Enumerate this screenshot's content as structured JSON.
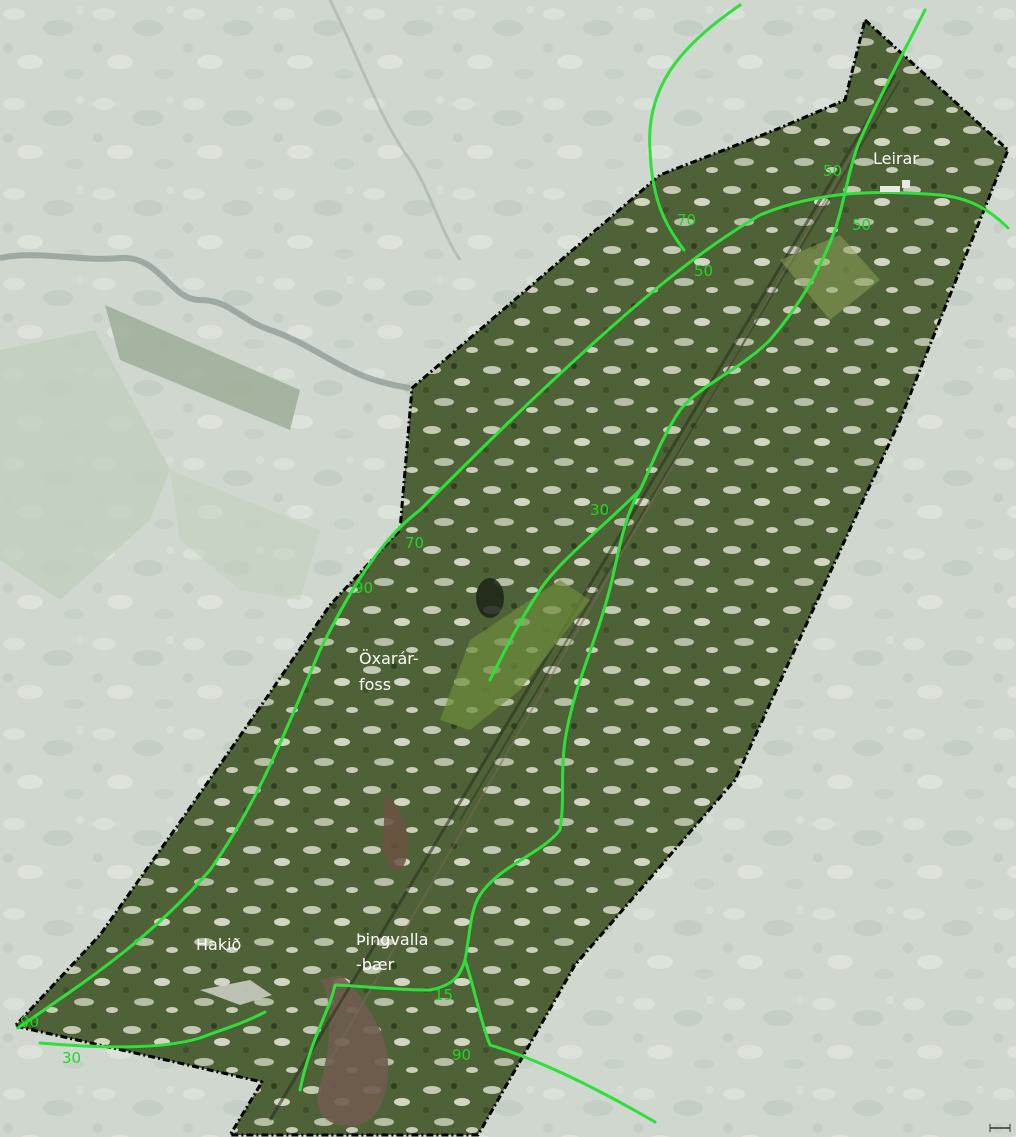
{
  "map": {
    "type": "aerial-orthophoto",
    "colors": {
      "road_line": "#2fe03a",
      "speed_label": "#21d627",
      "boundary_line": "#000000",
      "place_label": "#ffffff"
    },
    "place_labels": {
      "leirar": "Leirar",
      "oxararfoss_line1": "Öxarár-",
      "oxararfoss_line2": "foss",
      "hakid": "Hakið",
      "thingvallabaer_line1": "Þingvalla",
      "thingvallabaer_line2": "-bær"
    },
    "speed_limits": {
      "ne_north_road": "50",
      "ne_east_road": "50",
      "north_loop": "70",
      "north_main": "50",
      "center_road": "30",
      "west_upper": "70",
      "west_main": "90",
      "sw_corner": "90",
      "sw_inner": "30",
      "south_junction": "15",
      "south_road": "90"
    }
  }
}
